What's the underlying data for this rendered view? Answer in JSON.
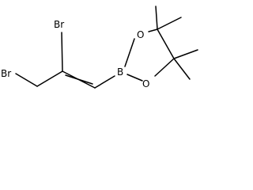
{
  "molecule": {
    "atoms": {
      "br_terminal": "Br",
      "br_vinyl": "Br",
      "boron": "B",
      "oxygen_top": "O",
      "oxygen_bottom": "O"
    }
  },
  "colors": {
    "bond": "#000000",
    "text": "#000000",
    "background": "#ffffff"
  }
}
